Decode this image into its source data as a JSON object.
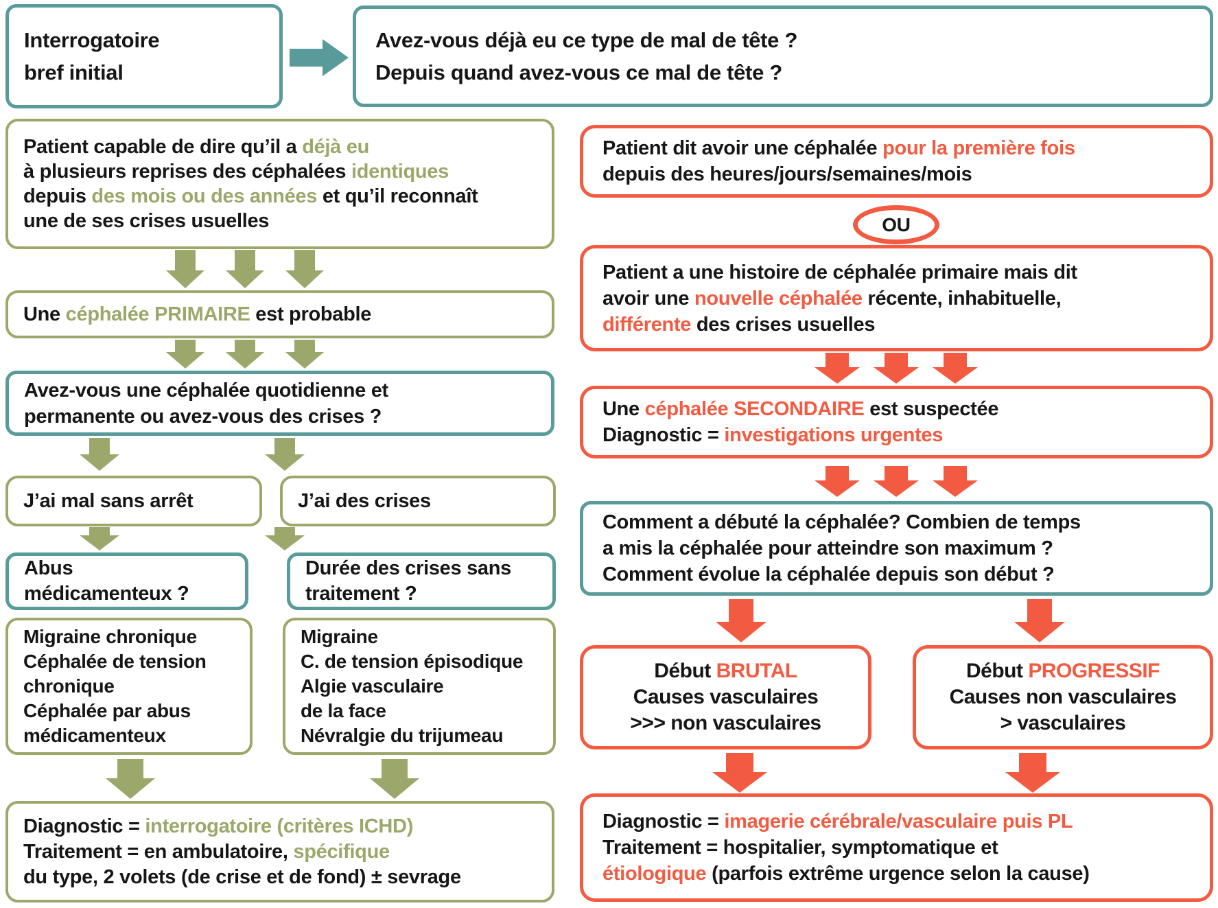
{
  "colors": {
    "teal": "#599B9B",
    "olive": "#9CA86B",
    "red": "#F25B41",
    "ink": "#161616",
    "bg": "#FFFFFF"
  },
  "header": {
    "box_left": {
      "lines": [
        [
          {
            "t": "Interrogatoire"
          }
        ],
        [
          {
            "t": "bref initial"
          }
        ]
      ]
    },
    "box_right": {
      "lines": [
        [
          {
            "t": "Avez-vous déjà eu ce type de mal de tête ?"
          }
        ],
        [
          {
            "t": "Depuis quand avez-vous ce mal de tête ?"
          }
        ]
      ]
    }
  },
  "left": {
    "known": {
      "lines": [
        [
          {
            "t": "Patient capable de dire qu’il a "
          },
          {
            "t": "déjà eu"
          }
        ],
        [
          {
            "t": "à plusieurs reprises des céphalées "
          },
          {
            "t": "identiques"
          }
        ],
        [
          {
            "t": "depuis "
          },
          {
            "t": "des mois ou des années"
          },
          {
            "t": " et qu’il reconnaît"
          }
        ],
        [
          {
            "t": "une de ses crises usuelles"
          }
        ]
      ]
    },
    "primary": {
      "lines": [
        [
          {
            "t": "Une "
          },
          {
            "t": "céphalée PRIMAIRE"
          },
          {
            "t": " est probable"
          }
        ]
      ]
    },
    "daily_q": {
      "lines": [
        [
          {
            "t": "Avez-vous une céphalée quotidienne et"
          }
        ],
        [
          {
            "t": "permanente ou avez-vous des crises ?"
          }
        ]
      ]
    },
    "constant": {
      "lines": [
        [
          {
            "t": "J’ai mal sans arrêt"
          }
        ]
      ]
    },
    "attacks": {
      "lines": [
        [
          {
            "t": "J’ai des crises"
          }
        ]
      ]
    },
    "overuse_q": {
      "lines": [
        [
          {
            "t": "Abus"
          }
        ],
        [
          {
            "t": "médicamenteux ?"
          }
        ]
      ]
    },
    "duration_q": {
      "lines": [
        [
          {
            "t": "Durée des crises sans"
          }
        ],
        [
          {
            "t": "traitement ?"
          }
        ]
      ]
    },
    "chronic": {
      "lines": [
        [
          {
            "t": "Migraine chronique"
          }
        ],
        [
          {
            "t": "Céphalée de tension"
          }
        ],
        [
          {
            "t": "chronique"
          }
        ],
        [
          {
            "t": "Céphalée par abus"
          }
        ],
        [
          {
            "t": "médicamenteux"
          }
        ]
      ]
    },
    "episodic": {
      "lines": [
        [
          {
            "t": "Migraine"
          }
        ],
        [
          {
            "t": "C. de tension épisodique"
          }
        ],
        [
          {
            "t": "Algie vasculaire"
          }
        ],
        [
          {
            "t": "de la face"
          }
        ],
        [
          {
            "t": "Névralgie du trijumeau"
          }
        ]
      ]
    },
    "management": {
      "lines": [
        [
          {
            "t": "Diagnostic = "
          },
          {
            "t": "interrogatoire (critères ICHD)"
          }
        ],
        [
          {
            "t": "Traitement = en ambulatoire, "
          },
          {
            "t": "spécifique"
          }
        ],
        [
          {
            "t": "du type, 2 volets (de crise et de fond) ± sevrage"
          }
        ]
      ]
    }
  },
  "right": {
    "first_time": {
      "lines": [
        [
          {
            "t": "Patient dit avoir une céphalée "
          },
          {
            "t": "pour la première fois"
          }
        ],
        [
          {
            "t": "depuis des heures/jours/semaines/mois"
          }
        ]
      ]
    },
    "or_label": "OU",
    "new_headache": {
      "lines": [
        [
          {
            "t": "Patient a une histoire de céphalée primaire mais dit"
          }
        ],
        [
          {
            "t": "avoir une "
          },
          {
            "t": "nouvelle céphalée"
          },
          {
            "t": " récente, inhabituelle,"
          }
        ],
        [
          {
            "t": "différente"
          },
          {
            "t": " des crises usuelles"
          }
        ]
      ]
    },
    "secondary": {
      "lines": [
        [
          {
            "t": "Une "
          },
          {
            "t": "céphalée SECONDAIRE"
          },
          {
            "t": " est suspectée"
          }
        ],
        [
          {
            "t": "Diagnostic = "
          },
          {
            "t": "investigations urgentes"
          }
        ]
      ]
    },
    "onset_q": {
      "lines": [
        [
          {
            "t": "Comment a débuté la céphalée? Combien de temps"
          }
        ],
        [
          {
            "t": "a mis la céphalée pour atteindre son maximum ?"
          }
        ],
        [
          {
            "t": "Comment évolue la céphalée depuis son début ?"
          }
        ]
      ]
    },
    "brutal": {
      "lines": [
        [
          {
            "t": "Début "
          },
          {
            "t": "BRUTAL"
          }
        ],
        [
          {
            "t": "Causes vasculaires"
          }
        ],
        [
          {
            "t": ">>> non vasculaires"
          }
        ]
      ]
    },
    "progressive": {
      "lines": [
        [
          {
            "t": "Début "
          },
          {
            "t": "PROGRESSIF"
          }
        ],
        [
          {
            "t": "Causes non vasculaires"
          }
        ],
        [
          {
            "t": "> vasculaires"
          }
        ]
      ]
    },
    "management": {
      "lines": [
        [
          {
            "t": "Diagnostic = "
          },
          {
            "t": "imagerie cérébrale/vasculaire puis PL"
          }
        ],
        [
          {
            "t": "Traitement = hospitalier, symptomatique et"
          }
        ],
        [
          {
            "t": "étiologique"
          },
          {
            "t": " (parfois extrême urgence selon la cause)"
          }
        ]
      ]
    }
  }
}
